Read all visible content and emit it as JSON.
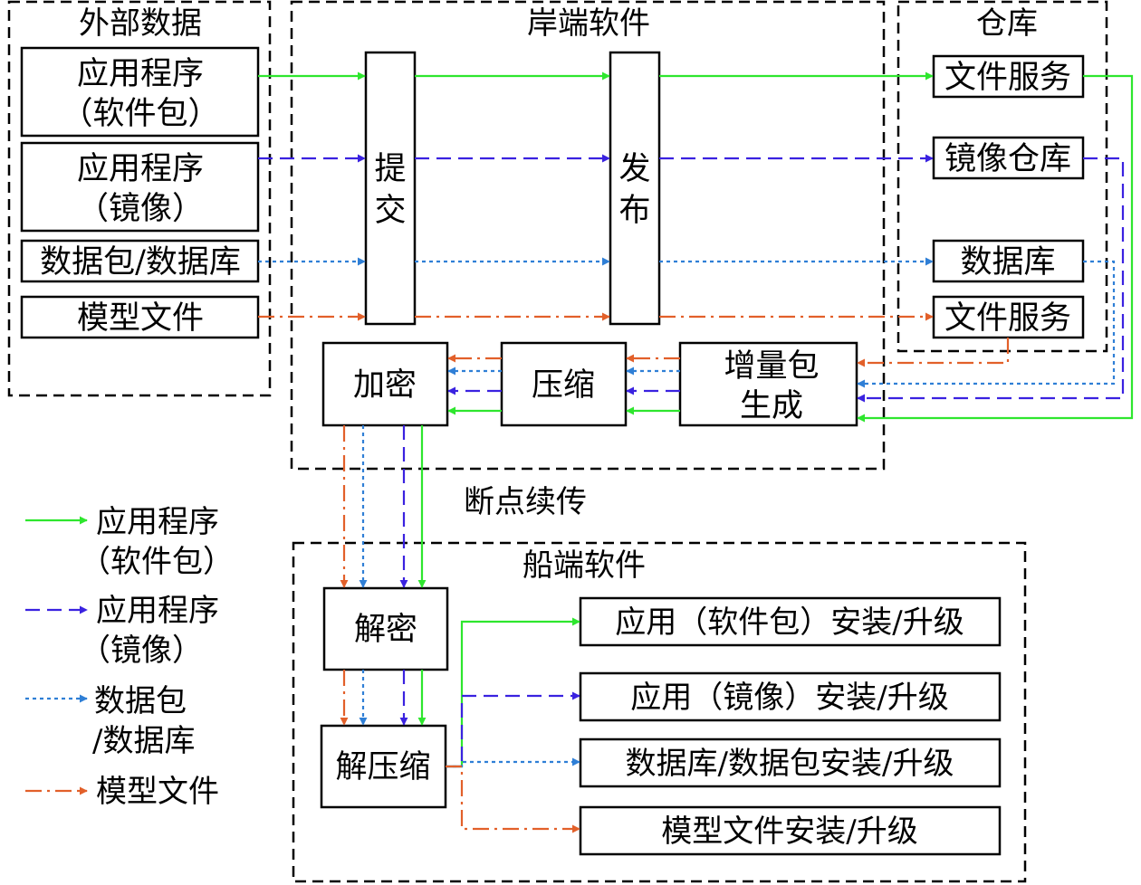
{
  "groups": {
    "external": "外部数据",
    "shore": "岸端软件",
    "repo": "仓库",
    "ship": "船端软件"
  },
  "external_items": {
    "app_pkg_line1": "应用程序",
    "app_pkg_line2": "（软件包）",
    "app_img_line1": "应用程序",
    "app_img_line2": "（镜像）",
    "data": "数据包/数据库",
    "model": "模型文件"
  },
  "shore_items": {
    "submit_1": "提",
    "submit_2": "交",
    "publish_1": "发",
    "publish_2": "布",
    "encrypt": "加密",
    "compress": "压缩",
    "delta_1": "增量包",
    "delta_2": "生成"
  },
  "repo_items": {
    "file_service": "文件服务",
    "image_repo": "镜像仓库",
    "database": "数据库",
    "file_service_2": "文件服务"
  },
  "transfer_label": "断点续传",
  "ship_items": {
    "decrypt": "解密",
    "decompress": "解压缩",
    "out_app_pkg": "应用（软件包）安装/升级",
    "out_app_img": "应用（镜像）安装/升级",
    "out_data": "数据库/数据包安装/升级",
    "out_model": "模型文件安装/升级"
  },
  "legend": {
    "app_pkg_line1": "应用程序",
    "app_pkg_line2": "（软件包）",
    "app_img_line1": "应用程序",
    "app_img_line2": "（镜像）",
    "data_line1": "数据包",
    "data_line2": "/数据库",
    "model": "模型文件"
  },
  "colors": {
    "app_pkg": "#2ee62e",
    "app_img": "#3a22e0",
    "data": "#2f7fd6",
    "model": "#e2602a",
    "border": "#000000"
  }
}
